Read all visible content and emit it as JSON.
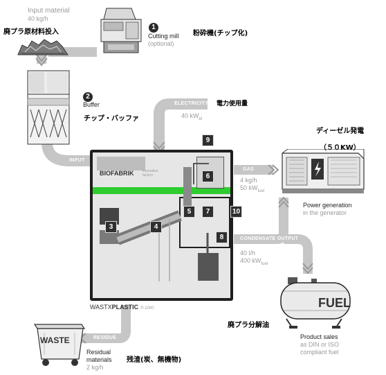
{
  "input": {
    "title": "Input material",
    "rate": "40 kg/h",
    "jp_label": "廃プラ原材料投入"
  },
  "cutting_mill": {
    "number": "1",
    "title": "Cutting mill",
    "note": "(optional)",
    "jp_label": "粉砕機(チップ化)"
  },
  "buffer": {
    "number": "2",
    "title": "Buffer",
    "jp_label": "チップ・バッファ"
  },
  "flows": {
    "input": "INPUT",
    "electricity": "ELECTRICITY",
    "gas": "GAS",
    "condensate": "CONDENSATE OUTPUT",
    "residue": "RESIDUE"
  },
  "electricity": {
    "value": "40 kW",
    "subscript": "el",
    "jp_label": "電力使用量"
  },
  "gas": {
    "rate": "4 kg/h",
    "power": "50 kW",
    "power_subscript": "fuel"
  },
  "generator": {
    "jp_label": "ディーゼル発電",
    "jp_capacity": "（５０KW）",
    "title": "Power generation",
    "subtitle": "in the generator"
  },
  "condensate": {
    "rate": "40 l/h",
    "power": "400 kW",
    "power_subscript": "fuel"
  },
  "fuel": {
    "tank_label": "FUEL",
    "jp_label": "廃プラ分解油",
    "title": "Product sales",
    "line2": "as DIN or ISO",
    "line3": "compliant fuel"
  },
  "residue": {
    "bin_label": "WASTE",
    "title": "Residual",
    "title2": "materials",
    "rate": "2 kg/h",
    "jp_label": "残渣(炭、無機物)"
  },
  "machine": {
    "brand": "BIOFABRIK",
    "brand_sub1": "innovative",
    "brand_sub2": "factory",
    "model_prefix": "WASTX",
    "model_name": "PLASTIC",
    "model_number": "P-1000",
    "callouts": [
      "3",
      "4",
      "5",
      "6",
      "7",
      "8",
      "9",
      "10"
    ]
  },
  "colors": {
    "arrow": "#c6c6c6",
    "highlight_band": "#2ecc2e",
    "machine_body": "#e6e6e6",
    "machine_border": "#1e1e1e"
  }
}
